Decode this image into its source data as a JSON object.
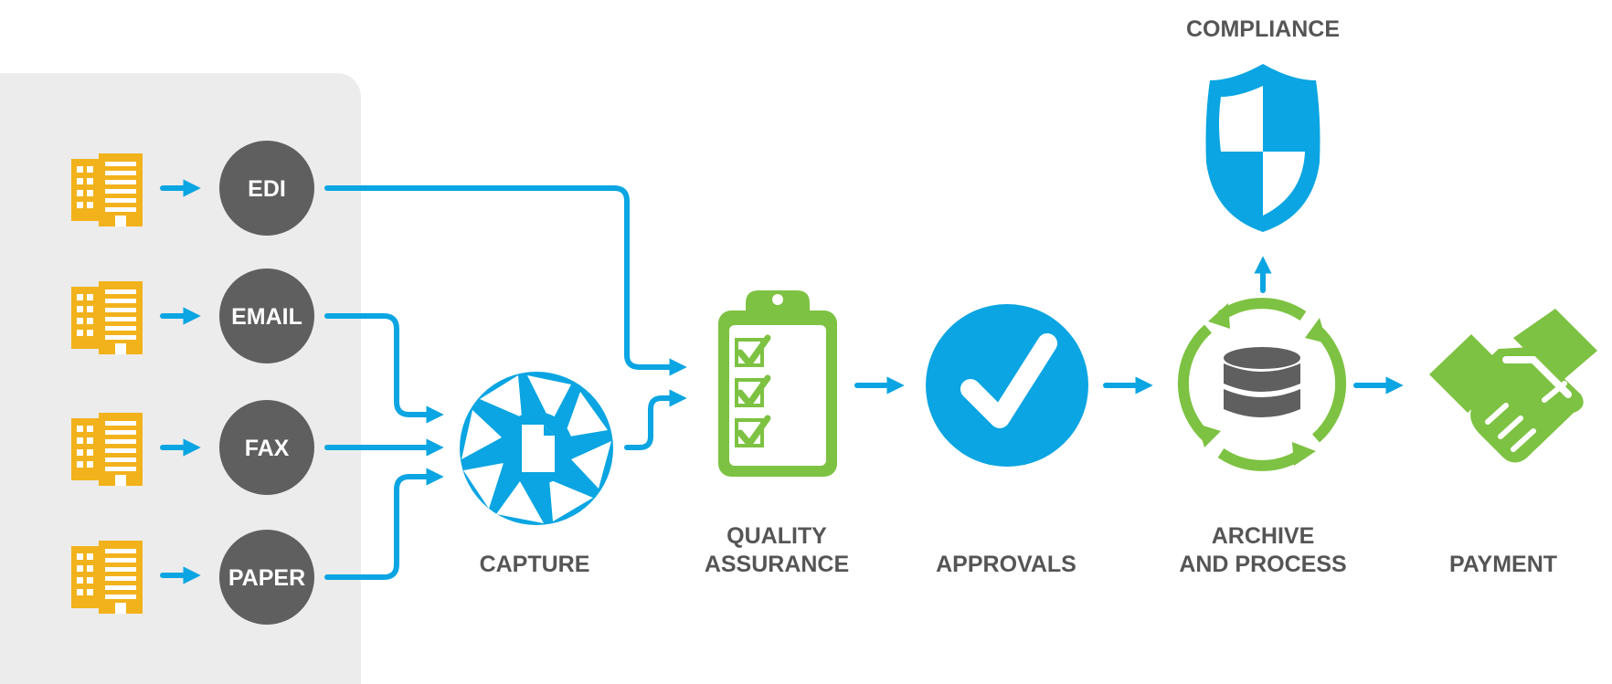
{
  "sources": [
    {
      "label": "EDI"
    },
    {
      "label": "EMAIL"
    },
    {
      "label": "FAX"
    },
    {
      "label": "PAPER"
    }
  ],
  "steps": {
    "capture": "CAPTURE",
    "quality_line1": "QUALITY",
    "quality_line2": "ASSURANCE",
    "approvals": "APPROVALS",
    "archive_line1": "ARCHIVE",
    "archive_line2": "AND PROCESS",
    "payment": "PAYMENT",
    "compliance": "COMPLIANCE"
  },
  "icons": {
    "building": "building-icon",
    "capture": "camera-shutter-icon",
    "quality": "clipboard-checklist-icon",
    "approvals": "checkmark-circle-icon",
    "archive": "database-sync-icon",
    "payment": "handshake-icon",
    "compliance": "shield-icon"
  },
  "colors": {
    "blue": "#0aa5e2",
    "green": "#7dc242",
    "gold": "#f2b21b",
    "node": "#5f5f5f",
    "panel": "#ececec",
    "label": "#555555"
  }
}
